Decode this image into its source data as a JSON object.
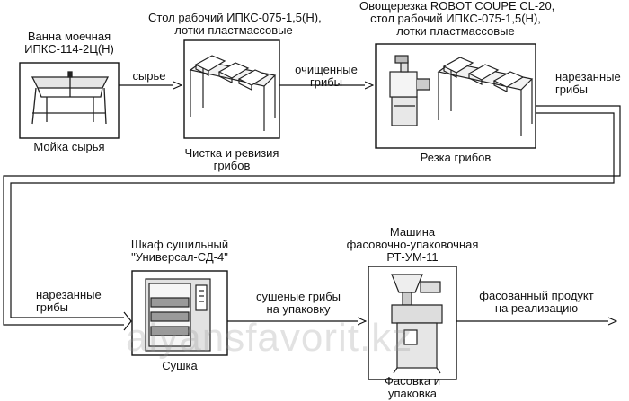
{
  "stages": {
    "washing": {
      "equipment": "Ванна моечная ИПКС-114-2Ц(Н)",
      "equipment_l1": "Ванна моечная",
      "equipment_l2": "ИПКС-114-2Ц(Н)",
      "caption": "Мойка сырья"
    },
    "cleaning": {
      "equipment_l1": "Стол рабочий ИПКС-075-1,5(Н),",
      "equipment_l2": "лотки пластмассовые",
      "caption_l1": "Чистка и ревизия",
      "caption_l2": "грибов"
    },
    "cutting": {
      "equipment_l1": "Овощерезка ROBOT COUPE CL-20,",
      "equipment_l2": "стол рабочий ИПКС-075-1,5(Н),",
      "equipment_l3": "лотки пластмассовые",
      "caption": "Резка грибов"
    },
    "drying": {
      "equipment_l1": "Шкаф сушильный",
      "equipment_l2": "\"Универсал-СД-4\"",
      "caption": "Сушка"
    },
    "packing": {
      "equipment_l1": "Машина",
      "equipment_l2": "фасовочно-упаковочная",
      "equipment_l3": "РТ-УМ-11",
      "caption_l1": "Фасовка и",
      "caption_l2": "упаковка"
    }
  },
  "flows": {
    "raw": "сырье",
    "cleaned_l1": "очищенные",
    "cleaned_l2": "грибы",
    "cut_top_l1": "нарезанные",
    "cut_top_l2": "грибы",
    "cut_bottom_l1": "нарезанные",
    "cut_bottom_l2": "грибы",
    "dried_l1": "сушеные грибы",
    "dried_l2": "на упаковку",
    "product_l1": "фасованный продукт",
    "product_l2": "на реализацию"
  },
  "watermark": "alyansfavorit.kz"
}
